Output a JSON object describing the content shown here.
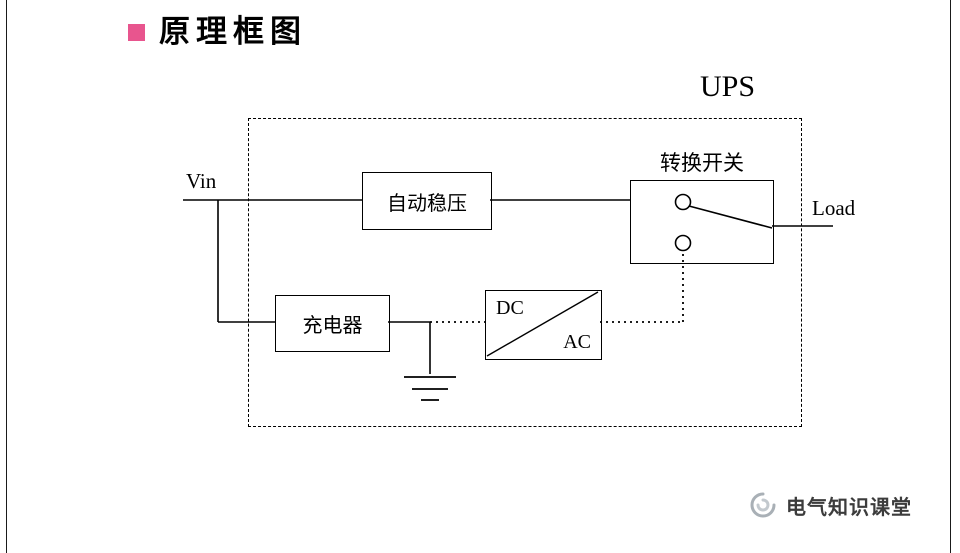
{
  "page": {
    "title": "原理框图",
    "bullet_color": "#e8558e"
  },
  "diagram": {
    "ups_label": "UPS",
    "vin_label": "Vin",
    "load_label": "Load",
    "blocks": {
      "avr": "自动稳压",
      "charger": "充电器",
      "inverter_dc": "DC",
      "inverter_ac": "AC",
      "switch_label": "转换开关"
    }
  },
  "footer": {
    "brand": "电气知识课堂"
  }
}
